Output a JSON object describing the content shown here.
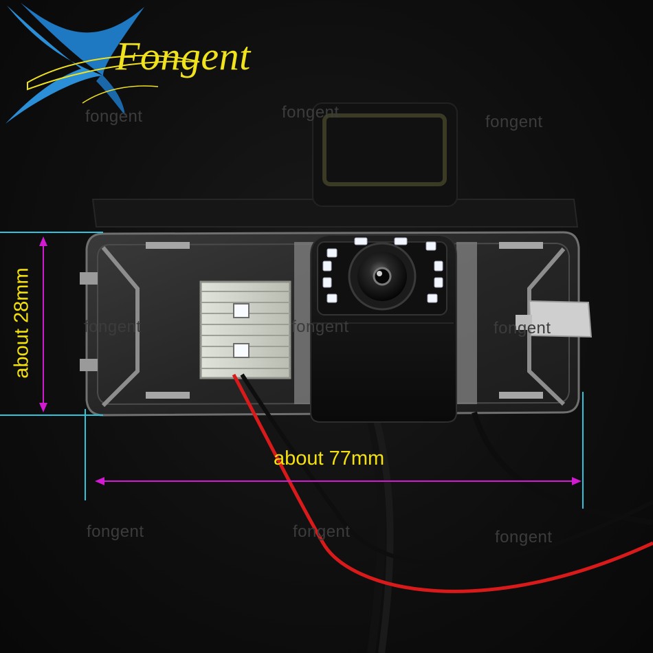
{
  "brand": {
    "name": "Fongent"
  },
  "watermark": "fongent",
  "dimensions": {
    "width_label": "about 77mm",
    "height_label": "about 28mm"
  },
  "colors": {
    "brand_text": "#f0e21c",
    "dimension_text": "#f4e10e",
    "dimension_arrow": "#d21ad2",
    "guide_line": "#2fc4dc",
    "logo_blue": "#2a8fd6",
    "wire_red": "#d81a1a",
    "led_white": "#f2f7ff"
  }
}
